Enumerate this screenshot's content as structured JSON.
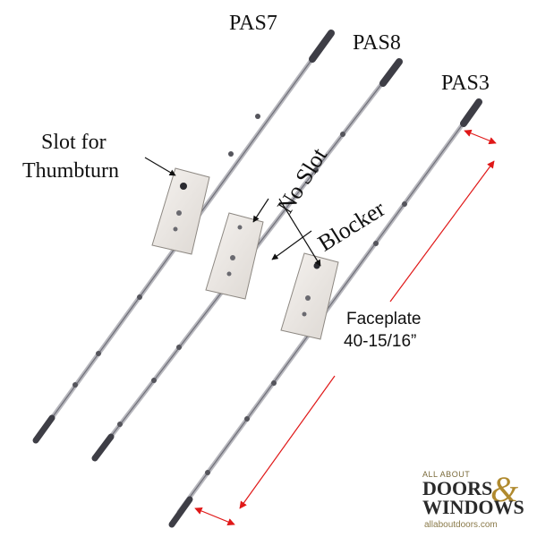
{
  "labels": {
    "pas7": "PAS7",
    "pas8": "PAS8",
    "pas3": "PAS3",
    "slot_line1": "Slot for",
    "slot_line2": "Thumbturn",
    "no_slot": "No Slot",
    "blocker": "Blocker",
    "faceplate_line1": "Faceplate",
    "faceplate_line2": "40-15/16”"
  },
  "logo": {
    "top": "ALL ABOUT",
    "mid": "DOORS",
    "amp": "&",
    "bot": "WINDOWS",
    "url": "allaboutdoors.com"
  },
  "colors": {
    "rod": "#9a9aa2",
    "rod_dark": "#4a4a52",
    "case": "#eeeae6",
    "arrow_red": "#e01818",
    "text": "#111111"
  }
}
